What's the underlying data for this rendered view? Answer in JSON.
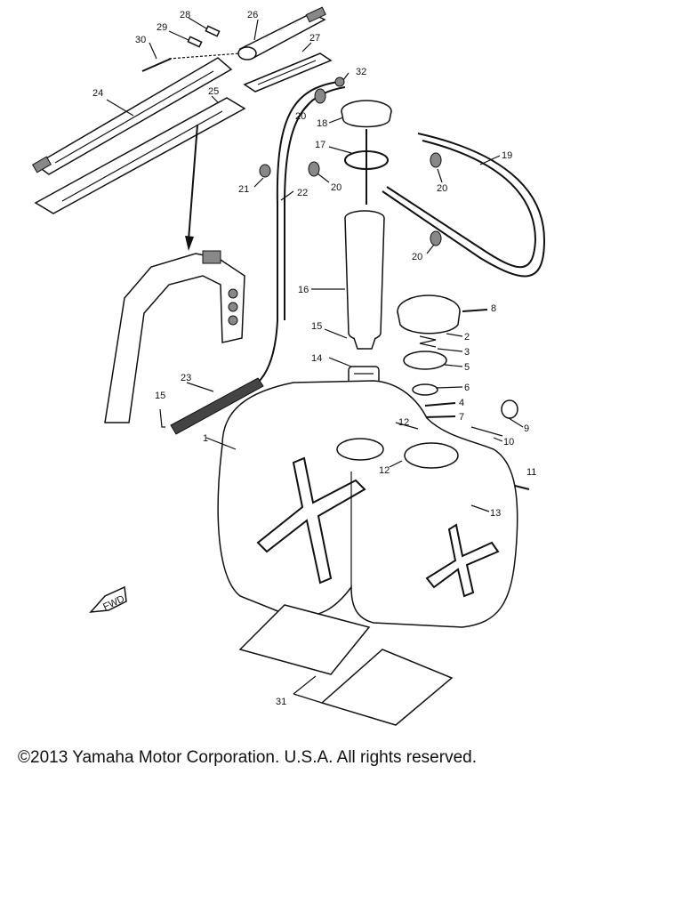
{
  "labels": {
    "p1": "1",
    "p2": "2",
    "p3": "3",
    "p4": "4",
    "p5": "5",
    "p6": "6",
    "p7": "7",
    "p8": "8",
    "p9": "9",
    "p10": "10",
    "p11": "11",
    "p12a": "12",
    "p12b": "12",
    "p13": "13",
    "p14": "14",
    "p15a": "15",
    "p15b": "15",
    "p16": "16",
    "p17": "17",
    "p18": "18",
    "p19": "19",
    "p20a": "20",
    "p20b": "20",
    "p20c": "20",
    "p20d": "20",
    "p21": "21",
    "p22": "22",
    "p23": "23",
    "p24": "24",
    "p25": "25",
    "p26": "26",
    "p27": "27",
    "p28": "28",
    "p29": "29",
    "p30": "30",
    "p31": "31",
    "p32": "32"
  },
  "fwd_label": "FWD",
  "copyright": "©2013 Yamaha Motor Corporation. U.S.A. All rights reserved."
}
